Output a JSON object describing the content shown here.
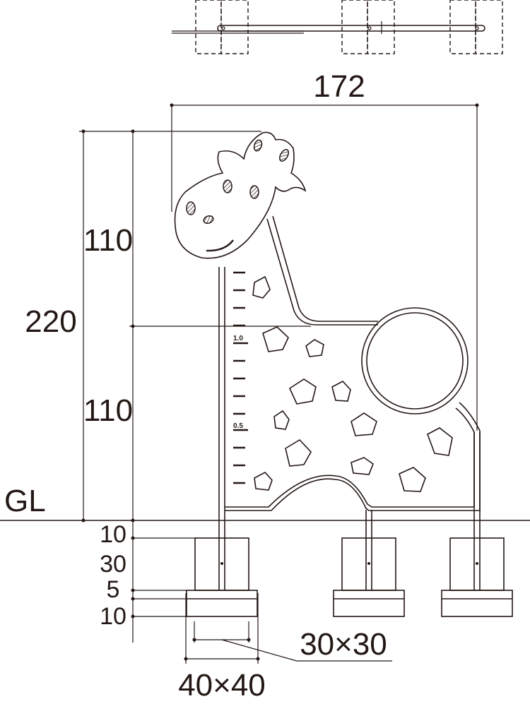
{
  "dimensions": {
    "overall_width": "172",
    "overall_height": "220",
    "upper_height": "110",
    "lower_height": "110",
    "ground_label": "GL",
    "footing_top": "10",
    "footing_depth": "30",
    "base_layer_1": "5",
    "base_layer_2": "10",
    "post_section": "30×30",
    "footing_section": "40×40"
  },
  "scale_marks": {
    "mark_1": "1.0",
    "mark_2": "0.5"
  }
}
